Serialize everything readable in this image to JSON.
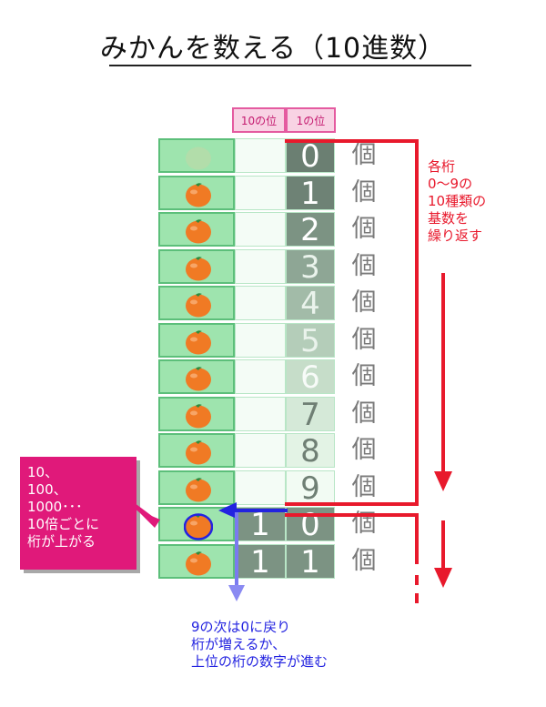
{
  "title": "みかんを数える（10進数）",
  "headers": {
    "tens": "10の位",
    "ones": "1の位"
  },
  "unit": "個",
  "rows": [
    {
      "tens": "",
      "ones": "0",
      "oranges": 0
    },
    {
      "tens": "",
      "ones": "1",
      "oranges": 1
    },
    {
      "tens": "",
      "ones": "2",
      "oranges": 1
    },
    {
      "tens": "",
      "ones": "3",
      "oranges": 1
    },
    {
      "tens": "",
      "ones": "4",
      "oranges": 1
    },
    {
      "tens": "",
      "ones": "5",
      "oranges": 1
    },
    {
      "tens": "",
      "ones": "6",
      "oranges": 1
    },
    {
      "tens": "",
      "ones": "7",
      "oranges": 1
    },
    {
      "tens": "",
      "ones": "8",
      "oranges": 1
    },
    {
      "tens": "",
      "ones": "9",
      "oranges": 1
    },
    {
      "tens": "1",
      "ones": "0",
      "oranges": 1
    },
    {
      "tens": "1",
      "ones": "1",
      "oranges": 1
    }
  ],
  "notes": {
    "red": "各桁\n0〜9の\n10種類の\n基数を\n繰り返す",
    "pink": "10、\n100、\n1000･･･\n10倍ごとに\n桁が上がる",
    "blue": "9の次は0に戻り\n桁が増えるか、\n上位の桁の数字が進む"
  },
  "colors": {
    "red": "#e8192c",
    "pink": "#e0197a",
    "blue": "#2323e0",
    "green_cell": "#9ee4ae",
    "orange": "#f07a24"
  }
}
